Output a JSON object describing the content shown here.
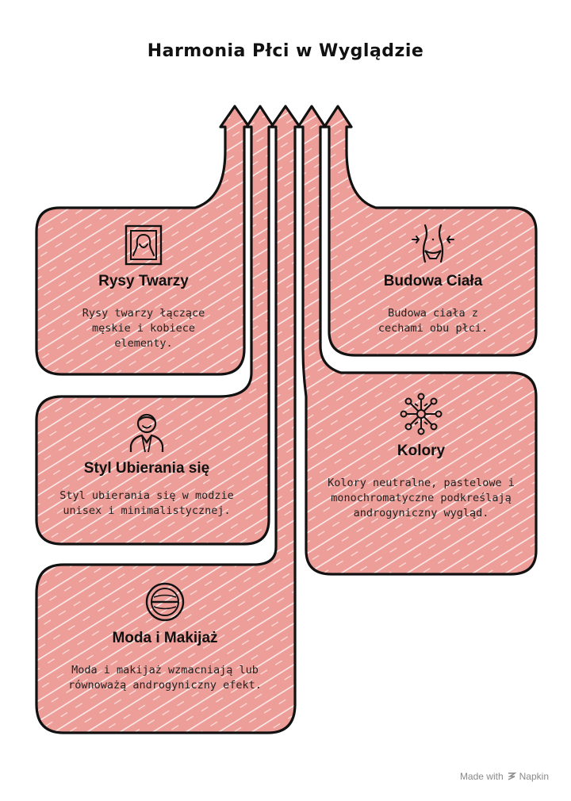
{
  "title": "Harmonia Płci w Wyglądzie",
  "cards": [
    {
      "heading": "Rysy Twarzy",
      "desc": "Rysy twarzy łączące męskie i kobiece elementy.",
      "icon": "portrait-icon"
    },
    {
      "heading": "Styl Ubierania się",
      "desc": "Styl ubierania się w modzie unisex i minimalistycznej.",
      "icon": "person-suit-icon"
    },
    {
      "heading": "Moda i Makijaż",
      "desc": "Moda i makijaż wzmacniają lub równoważą androgyniczny efekt.",
      "icon": "compact-mirror-icon"
    },
    {
      "heading": "Budowa Ciała",
      "desc": "Budowa ciała z cechami obu płci.",
      "icon": "body-shape-icon"
    },
    {
      "heading": "Kolory",
      "desc": "Kolory neutralne, pastelowe i monochromatyczne podkreślają androgyniczny wygląd.",
      "icon": "network-icon"
    }
  ],
  "footer": {
    "made_with": "Made with",
    "brand": "Napkin"
  },
  "colors": {
    "fill": "#EE9E98",
    "stroke": "#111111",
    "hatch": "#FFFFFF"
  }
}
